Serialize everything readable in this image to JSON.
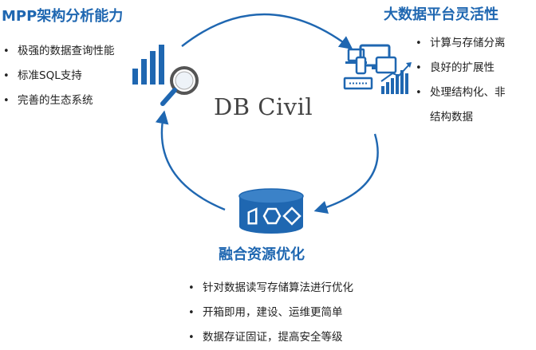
{
  "center": {
    "title": "DB Civil"
  },
  "nodes": [
    {
      "id": "mpp",
      "title": "MPP架构分析能力",
      "bullets": [
        "极强的数据查询性能",
        "标准SQL支持",
        "完善的生态系统"
      ],
      "icon": "bar-chart-magnifier-icon"
    },
    {
      "id": "bigdata",
      "title": "大数据平台灵活性",
      "bullets": [
        "计算与存储分离",
        "良好的扩展性",
        "处理结构化、非",
        "结构数据"
      ],
      "icon": "devices-growth-chart-icon"
    },
    {
      "id": "resource",
      "title": "融合资源优化",
      "bullets": [
        "针对数据读写存储算法进行优化",
        "开箱即用，建设、运维更简单",
        "数据存证固证，提高安全等级"
      ],
      "icon": "database-shapes-icon"
    }
  ],
  "colors": {
    "accent": "#1f67b1",
    "icon": "#1f67b1",
    "text": "#222222"
  }
}
